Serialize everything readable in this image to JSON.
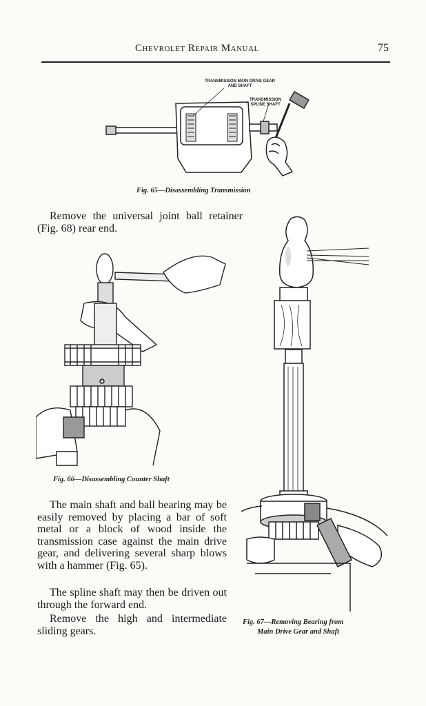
{
  "header": {
    "running_title": "Chevrolet Repair Manual",
    "page_number": "75"
  },
  "fig65": {
    "callout_main_drive": "TRANSMISSION MAIN DRIVE GEAR AND SHAFT",
    "callout_spline": "TRANSMISSION SPLINE SHAFT",
    "caption": "Fig. 65—Disassembling Transmission"
  },
  "fig66": {
    "caption": "Fig. 66—Disassembling Counter Shaft"
  },
  "fig67": {
    "caption_line1": "Fig. 67—Removing Bearing from",
    "caption_line2": "Main Drive Gear and Shaft"
  },
  "body": {
    "para1": "Remove the universal joint ball retainer (Fig. 68) rear end.",
    "para2": "The main shaft and ball bearing may be easily removed by placing a bar of soft metal or a block of wood inside the transmission case against the main drive gear, and delivering several sharp blows with a hammer (Fig. 65).",
    "para3": "The spline shaft may then be driven out through the forward end.",
    "para4": "Remove the high and intermediate sliding gears."
  }
}
